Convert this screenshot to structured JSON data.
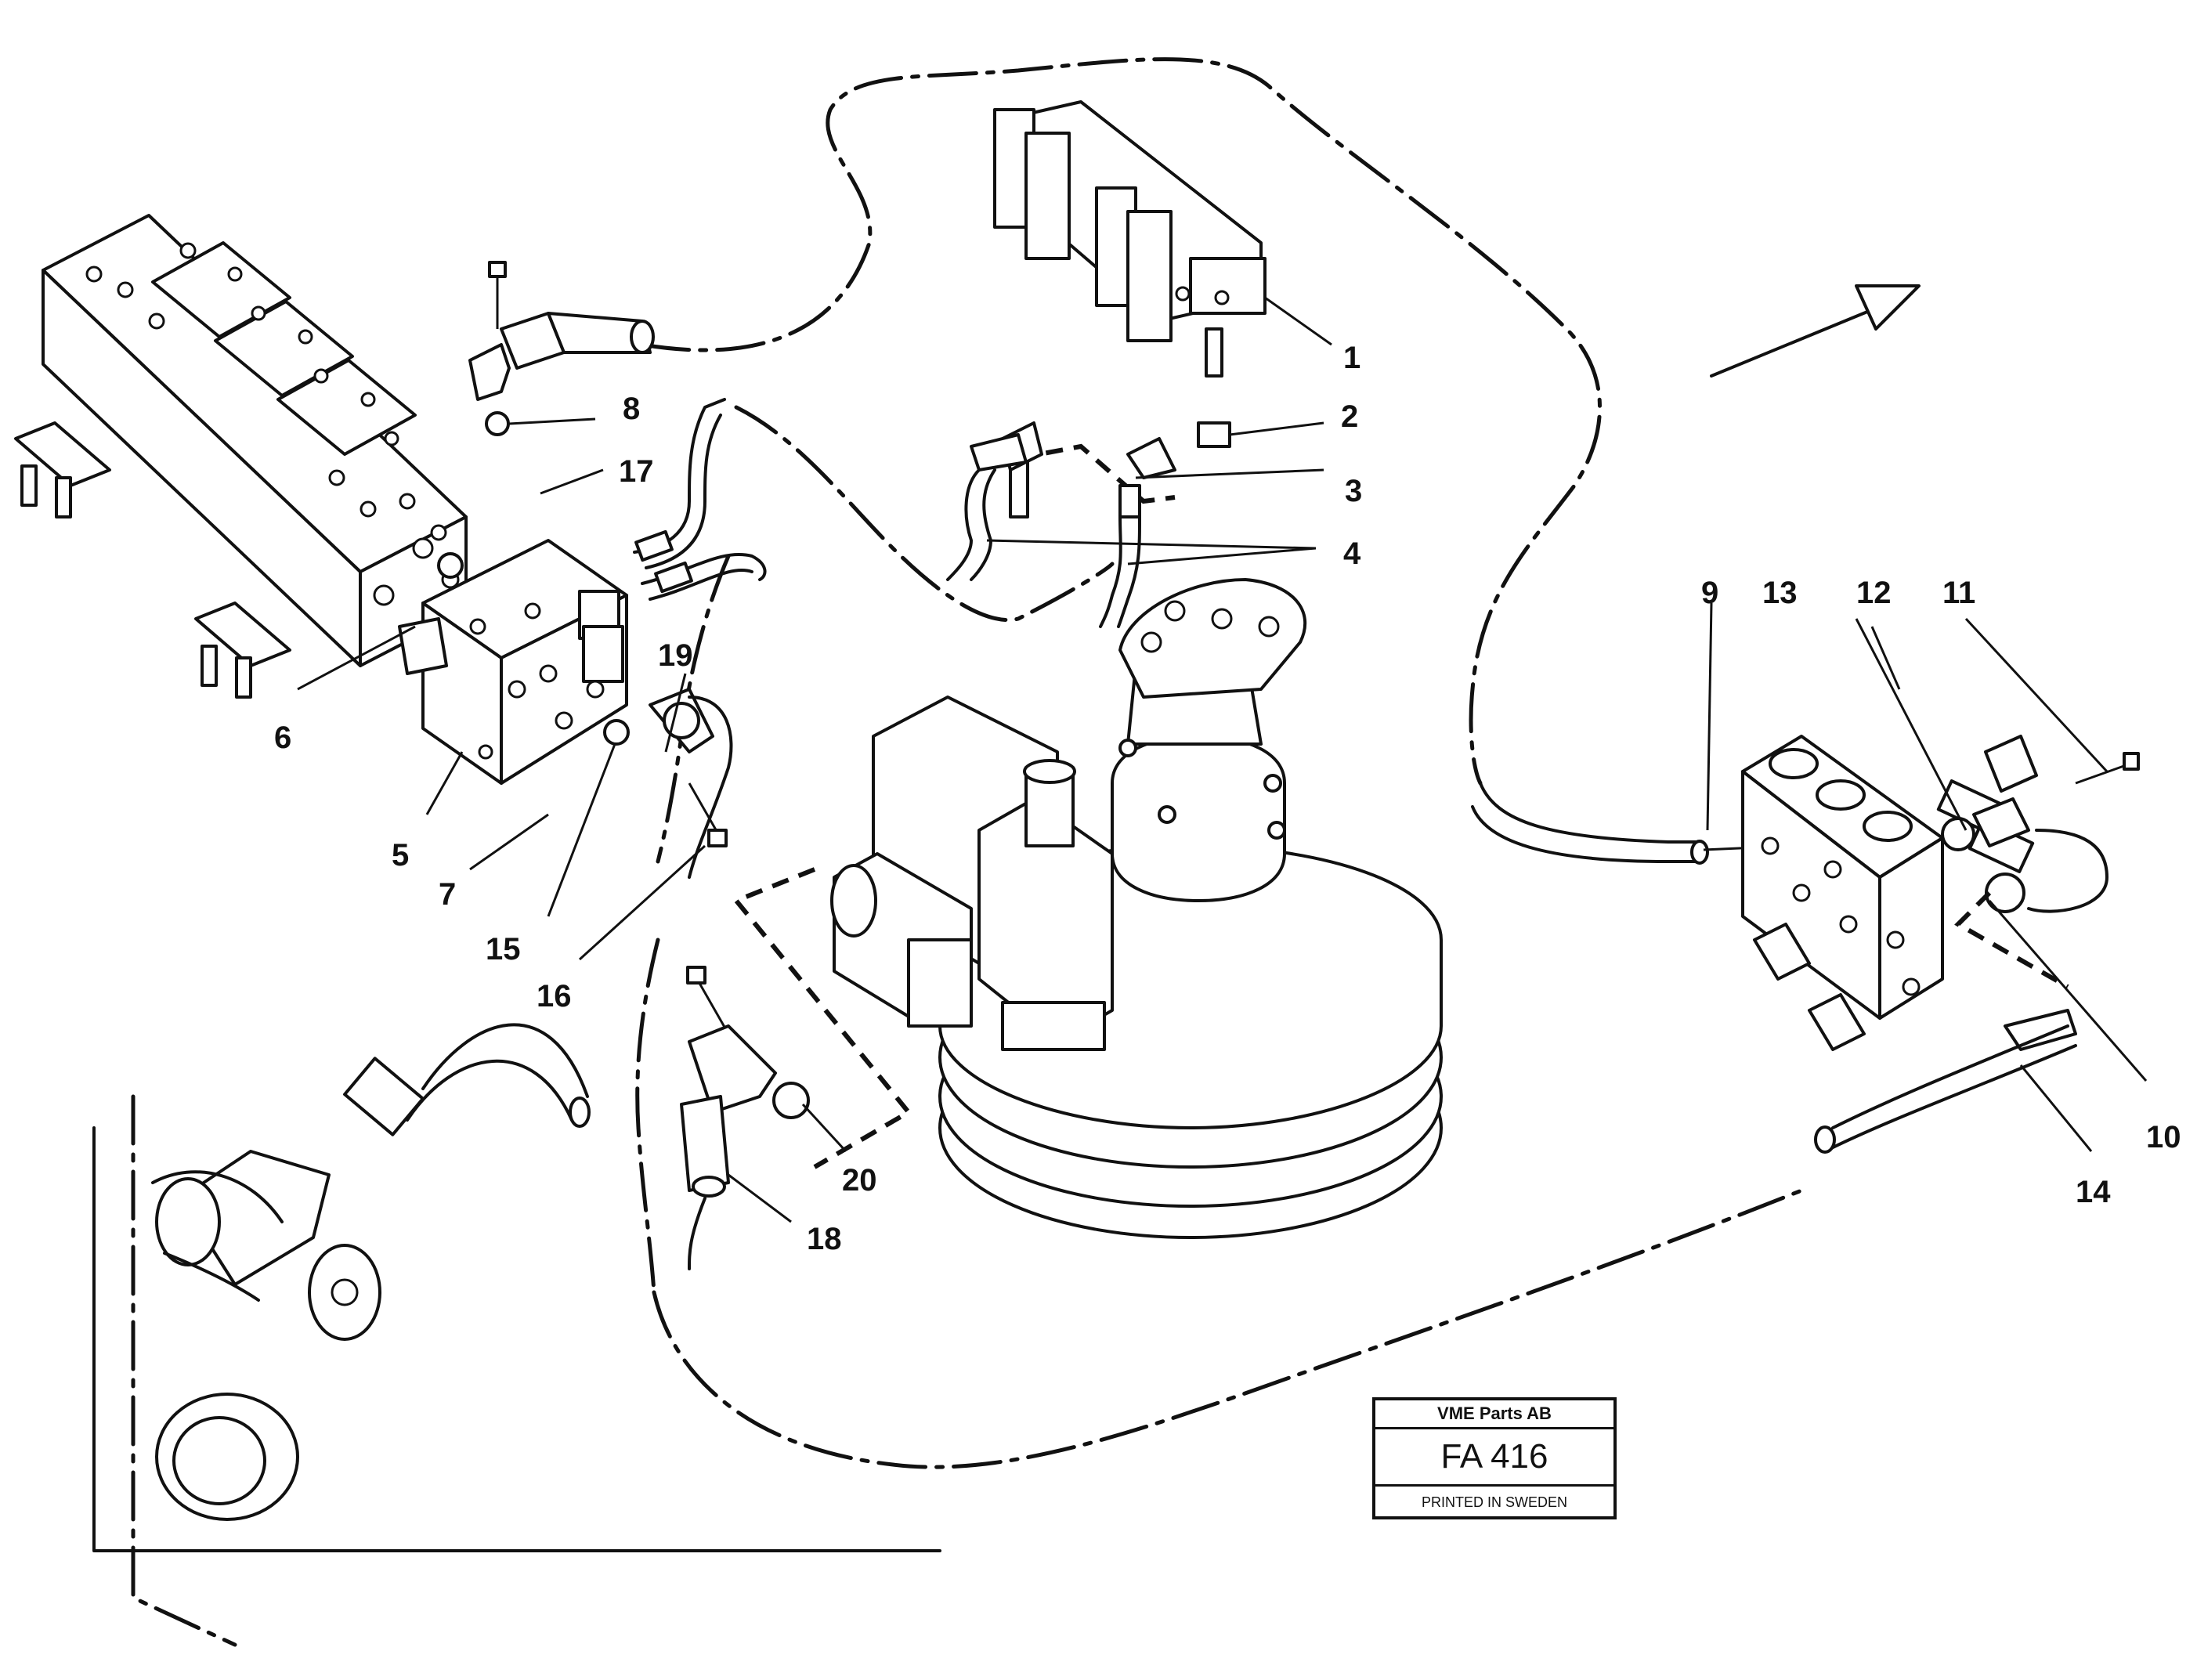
{
  "diagram": {
    "callouts": [
      "1",
      "2",
      "3",
      "4",
      "5",
      "6",
      "7",
      "8",
      "9",
      "10",
      "11",
      "12",
      "13",
      "14",
      "15",
      "16",
      "17",
      "18",
      "19",
      "20"
    ]
  },
  "title_block": {
    "company": "VME Parts AB",
    "code": "FA 416",
    "note": "PRINTED IN SWEDEN"
  }
}
